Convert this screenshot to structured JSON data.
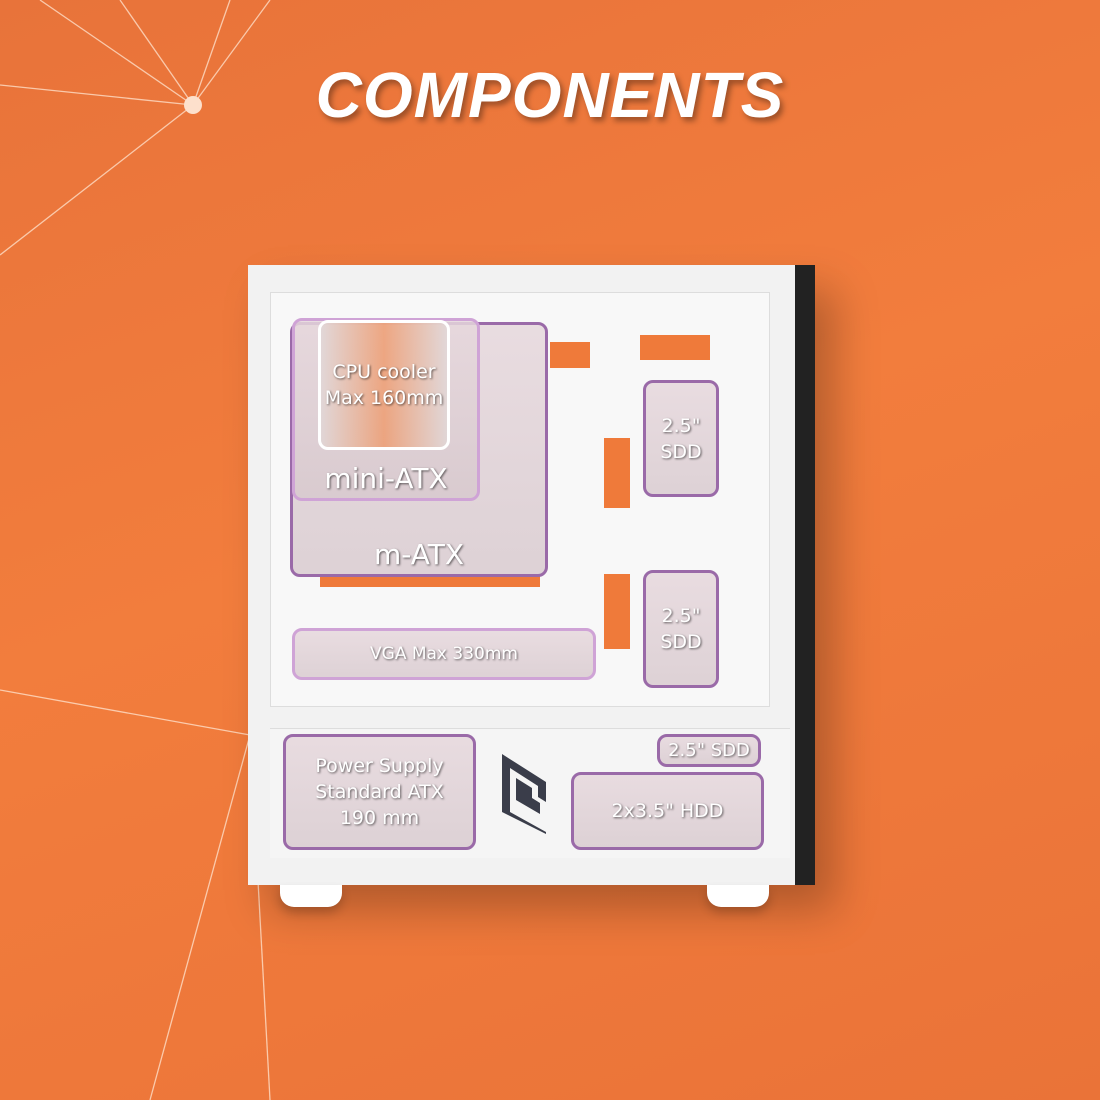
{
  "title": "COMPONENTS",
  "labels": {
    "cpu_cooler": "CPU cooler",
    "cpu_cooler_max": "Max 160mm",
    "mini_atx": "mini-ATX",
    "m_atx": "m-ATX",
    "vga": "VGA Max 330mm",
    "ssd_top_1": "2.5\"",
    "ssd_top_2": "SDD",
    "ssd_mid_1": "2.5\"",
    "ssd_mid_2": "SDD",
    "ssd_bottom": "2.5\" SDD",
    "psu_1": "Power Supply",
    "psu_2": "Standard ATX",
    "psu_3": "190 mm",
    "hdd": "2x3.5\" HDD"
  },
  "colors": {
    "background": "#f07a3c",
    "outline": "#9a6aa8"
  }
}
